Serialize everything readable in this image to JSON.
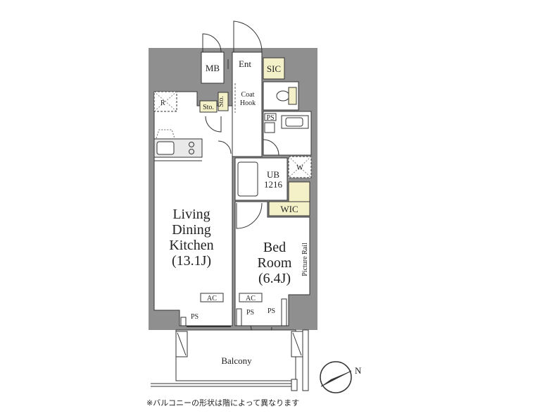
{
  "rooms": {
    "ldk": [
      "Living",
      "Dining",
      "Kitchen",
      "(13.1J)"
    ],
    "bedroom": [
      "Bed",
      "Room",
      "(6.4J)"
    ],
    "mb": "MB",
    "ent": "Ent",
    "sic": "SIC",
    "coat_hook": [
      "Coat",
      "Hook"
    ],
    "sto_left": "Sto.",
    "sto_right": "Sto.",
    "ub": [
      "UB",
      "1216"
    ],
    "wic": "WIC",
    "ps_top": "PS",
    "washer": "W",
    "refrigerator": "R",
    "picture_rail": "Picture Rail",
    "balcony": "Balcony"
  },
  "fixtures": {
    "ac_left": "AC",
    "ac_right": "AC",
    "ps_left": "PS",
    "ps_mid": "PS",
    "ps_right": "PS"
  },
  "compass": {
    "north_label": "N"
  },
  "footnote": "※バルコニーの形状は階によって異なります",
  "colors": {
    "wall": "#8f8f8f",
    "storage_fill": "#f4f0c8",
    "line": "#333333"
  }
}
